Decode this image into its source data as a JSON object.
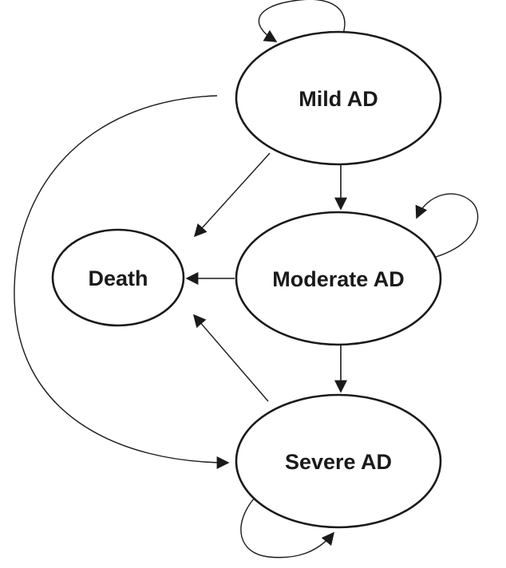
{
  "diagram": {
    "type": "state-transition",
    "colors": {
      "stroke": "#1a1a1a",
      "fill": "#ffffff",
      "text": "#1a1a1a"
    },
    "states": {
      "mild": "Mild AD",
      "moderate": "Moderate AD",
      "severe": "Severe AD",
      "death": "Death"
    },
    "transitions": [
      {
        "from": "Mild AD",
        "to": "Mild AD"
      },
      {
        "from": "Mild AD",
        "to": "Moderate AD"
      },
      {
        "from": "Mild AD",
        "to": "Death"
      },
      {
        "from": "Mild AD",
        "to": "Severe AD"
      },
      {
        "from": "Moderate AD",
        "to": "Moderate AD"
      },
      {
        "from": "Moderate AD",
        "to": "Death"
      },
      {
        "from": "Moderate AD",
        "to": "Severe AD"
      },
      {
        "from": "Severe AD",
        "to": "Death"
      },
      {
        "from": "Severe AD",
        "to": "Severe AD"
      }
    ]
  }
}
